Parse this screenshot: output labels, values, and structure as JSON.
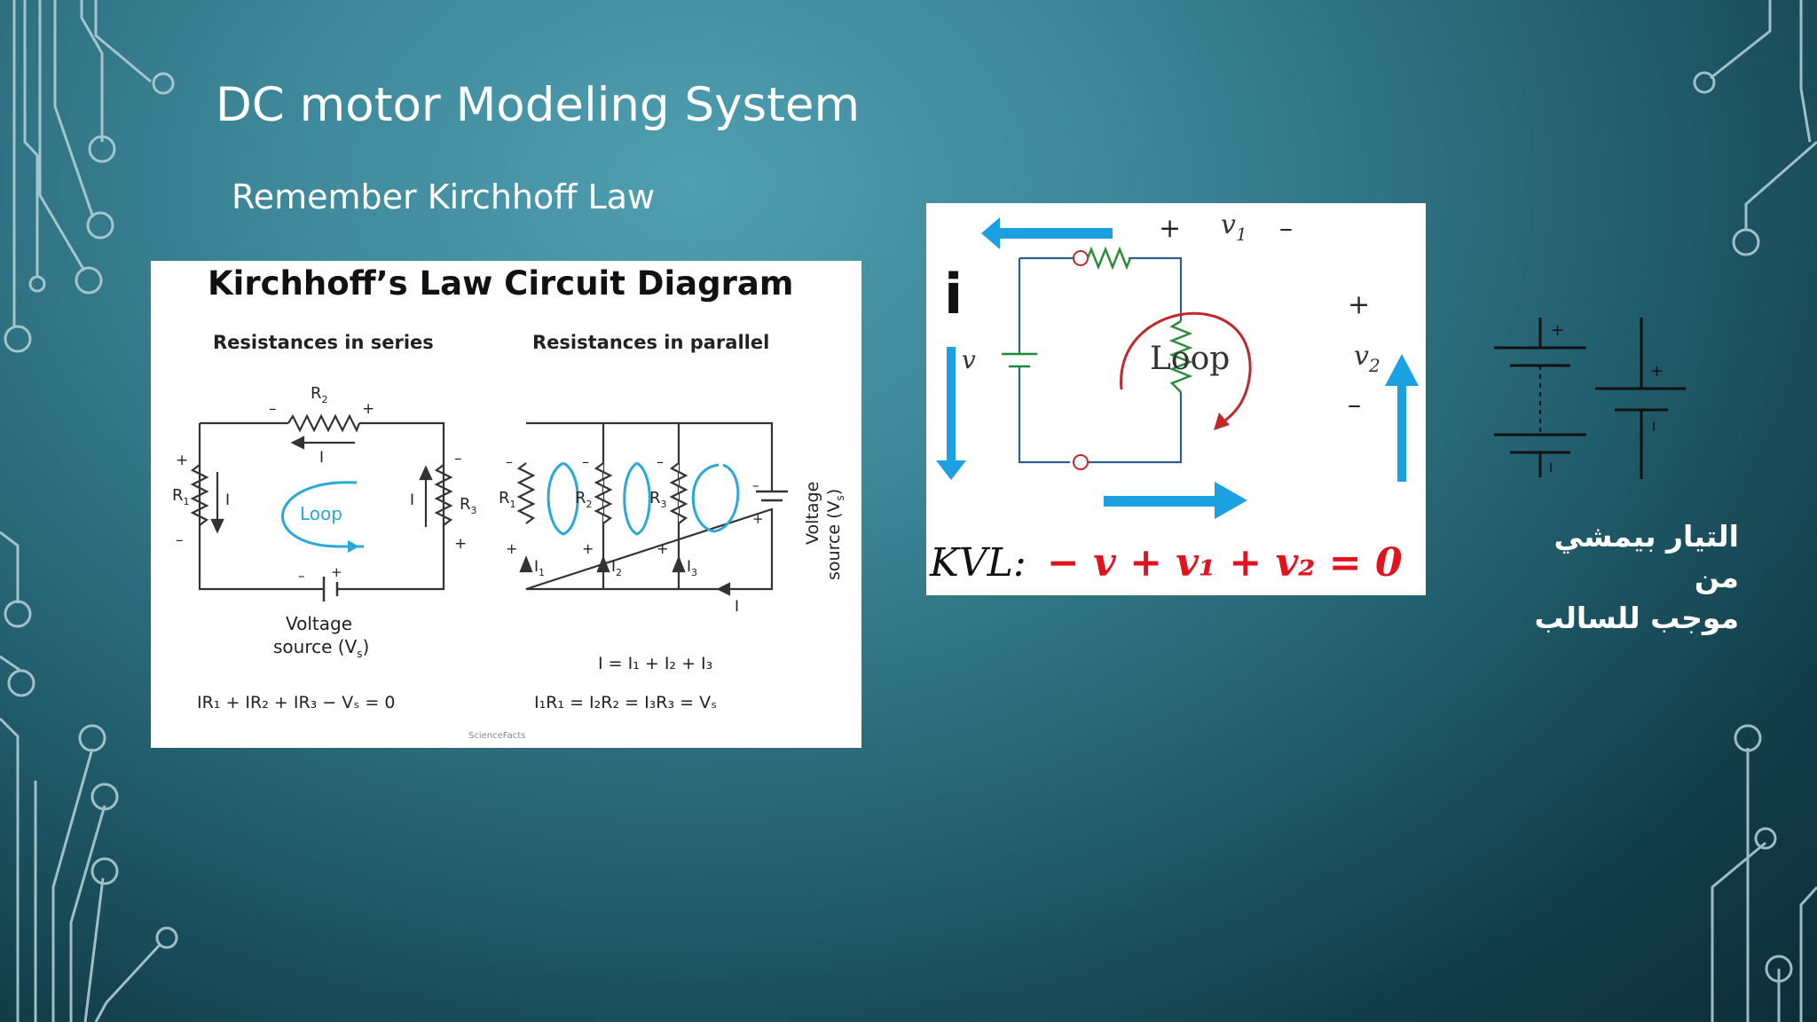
{
  "slide": {
    "title": "DC motor Modeling System",
    "subtitle": "Remember Kirchhoff Law",
    "arabic_note_line1": "التيار بيمشي من",
    "arabic_note_line2": "موجب للسالب"
  },
  "left_diagram": {
    "title": "Kirchhoff’s Law Circuit Diagram",
    "series_heading": "Resistances in series",
    "parallel_heading": "Resistances in parallel",
    "loop_label": "Loop",
    "voltage_source_line1": "Voltage",
    "voltage_source_line2": "source (V",
    "voltage_source_sub": "s",
    "voltage_source_end": ")",
    "parallel_voltage_line1": "Voltage",
    "parallel_voltage_line2": "source (V",
    "series_equation": "IR₁ + IR₂ + IR₃ − Vₛ = 0",
    "parallel_current_eq": "I = I₁ + I₂ + I₃",
    "parallel_voltage_eq": "I₁R₁ = I₂R₂ = I₃R₃ = Vₛ",
    "labels": {
      "R1": "R",
      "R1_sub": "1",
      "R2": "R",
      "R2_sub": "2",
      "R3": "R",
      "R3_sub": "3",
      "I": "I",
      "I1": "I",
      "I1_sub": "1",
      "I2": "I",
      "I2_sub": "2",
      "I3": "I",
      "I3_sub": "3",
      "plus": "+",
      "minus": "–"
    },
    "credit": "ScienceFacts"
  },
  "right_diagram": {
    "current_label": "i",
    "v_label": "v",
    "v1_label": "v",
    "v1_sub": "1",
    "v2_label": "v",
    "v2_sub": "2",
    "loop_label": "Loop",
    "plus": "+",
    "minus": "–",
    "kvl_prefix": "KVL:",
    "kvl_equation": "− v + v₁ + v₂ = 0",
    "colors": {
      "arrow": "#1ba1e2",
      "loop_arrow": "#c0282b",
      "wire": "#2f5f8f",
      "equation": "#e0141e",
      "source": "#1a8a3a",
      "resistor": "#2e8b3a"
    }
  },
  "battery_symbols": {
    "plus": "+",
    "minus": "I"
  }
}
